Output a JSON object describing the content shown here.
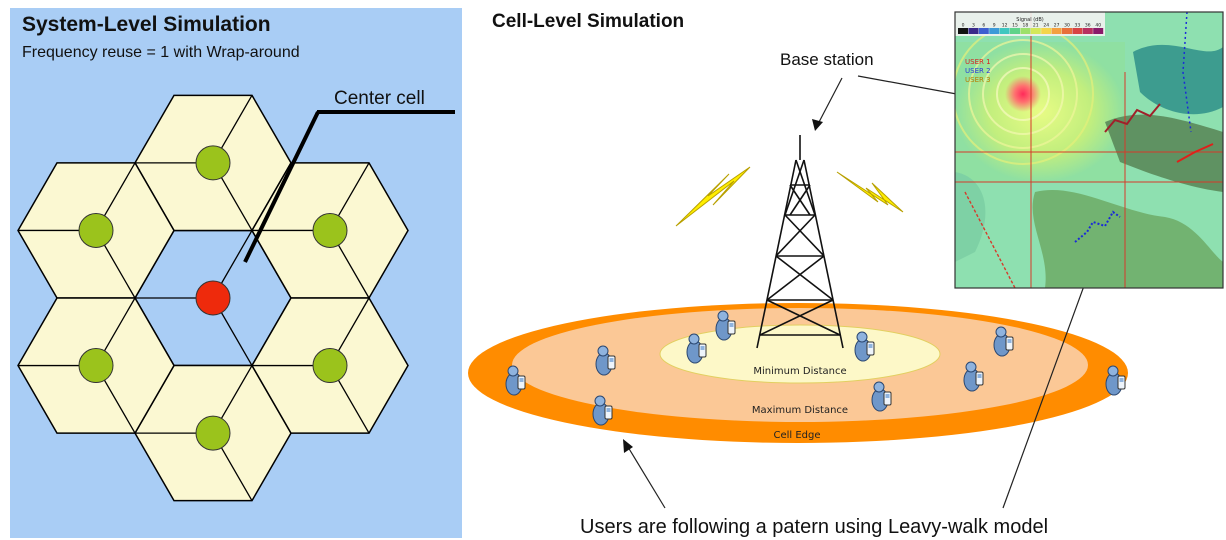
{
  "system": {
    "title": "System-Level Simulation",
    "subtitle": "Frequency reuse = 1 with Wrap-around",
    "center_label": "Center cell"
  },
  "cell": {
    "title": "Cell-Level Simulation",
    "base_station_label": "Base station",
    "ring_labels": {
      "min": "Minimum Distance",
      "max": "Maximum Distance",
      "edge": "Cell Edge"
    },
    "caption": "Users are following a patern using Leavy-walk model"
  },
  "heatmap": {
    "scale_title": "Signal (dB)",
    "scale_ticks": [
      "0",
      "3",
      "6",
      "9",
      "12",
      "15",
      "18",
      "21",
      "24",
      "27",
      "30",
      "33",
      "36",
      "40"
    ],
    "users": [
      "USER 1",
      "USER 2",
      "USER 3"
    ]
  },
  "colors": {
    "panel_bg": "#a9cdf5",
    "hex_fill": "#fbf8d2",
    "center_fill": "#a9cdf5",
    "site_green": "#9bc31c",
    "site_red": "#ee2a0c",
    "ring_edge": "#ff8c00",
    "ring_max": "#fbc896",
    "ring_min": "#fdf8c8",
    "bolt": "#ffee00"
  }
}
